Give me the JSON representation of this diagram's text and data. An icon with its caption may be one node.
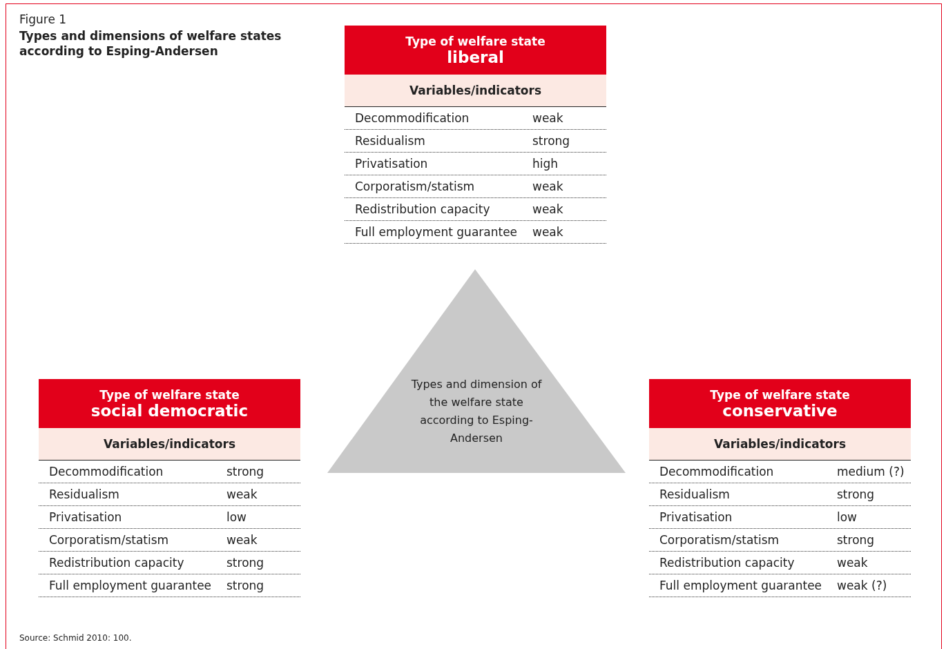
{
  "diagram": {
    "title": "Types and dimensions of welfare states according to Esping-Andersen",
    "caption": "Source: Schmid 2010: 100.",
    "labels": [
      "Figure 1"
    ],
    "nodes": [
      {
        "text": [
          "Type of welfare state",
          "liberal",
          "Variables/indicators"
        ]
      },
      {
        "text": [
          "Decommodification",
          "weak"
        ]
      },
      {
        "text": [
          "Residualism",
          "strong"
        ]
      },
      {
        "text": [
          "Privatisation",
          "high"
        ]
      },
      {
        "text": [
          "Corporatism/statism",
          "weak"
        ]
      },
      {
        "text": [
          "Redistribution capacity",
          "weak"
        ]
      },
      {
        "text": [
          "Full employment guarantee",
          "weak"
        ]
      },
      {
        "text": [
          "Type of welfare state",
          "social democratic",
          "Variables/indicators"
        ]
      },
      {
        "text": [
          "Decommodification",
          "strong"
        ]
      },
      {
        "text": [
          "Residualism",
          "weak"
        ]
      },
      {
        "text": [
          "Privatisation",
          "low"
        ]
      },
      {
        "text": [
          "Corporatism/statism",
          "weak"
        ]
      },
      {
        "text": [
          "Redistribution capacity",
          "strong"
        ]
      },
      {
        "text": [
          "Full employment guarantee",
          "strong"
        ]
      },
      {
        "text": [
          "Types and dimension of the welfare state according to Esping-Andersen"
        ]
      },
      {
        "text": [
          "Type of welfare state",
          "conservative",
          "Variables/indicators"
        ]
      },
      {
        "text": [
          "Decommodification",
          "medium (?)"
        ]
      },
      {
        "text": [
          "Residualism",
          "strong"
        ]
      },
      {
        "text": [
          "Privatisation",
          "low"
        ]
      },
      {
        "text": [
          "Corporatism/statism",
          "strong"
        ]
      },
      {
        "text": [
          "Redistribution capacity",
          "weak"
        ]
      },
      {
        "text": [
          "Full employment guarantee",
          "weak (?)"
        ]
      }
    ]
  }
}
